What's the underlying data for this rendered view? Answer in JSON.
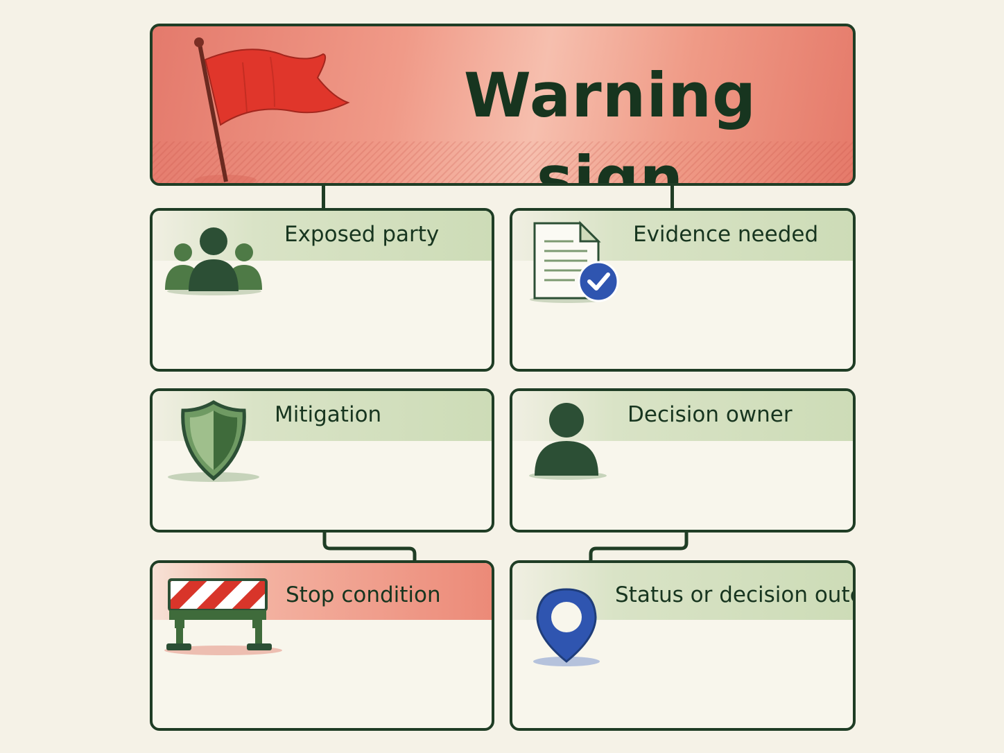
{
  "title": "Warning sign",
  "cards": [
    {
      "label": "Exposed party",
      "icon": "people-group-icon"
    },
    {
      "label": "Evidence needed",
      "icon": "document-check-icon"
    },
    {
      "label": "Mitigation",
      "icon": "shield-icon"
    },
    {
      "label": "Decision owner",
      "icon": "person-icon"
    },
    {
      "label": "Stop condition",
      "icon": "barrier-icon"
    },
    {
      "label": "Status or decision outcome",
      "icon": "location-pin-icon"
    }
  ],
  "colors": {
    "ink": "#1f3d25",
    "header_red": "#e47a6c",
    "band_green": "#cddcb7",
    "band_red": "#ec8a78",
    "accent_blue": "#2f55b0"
  }
}
